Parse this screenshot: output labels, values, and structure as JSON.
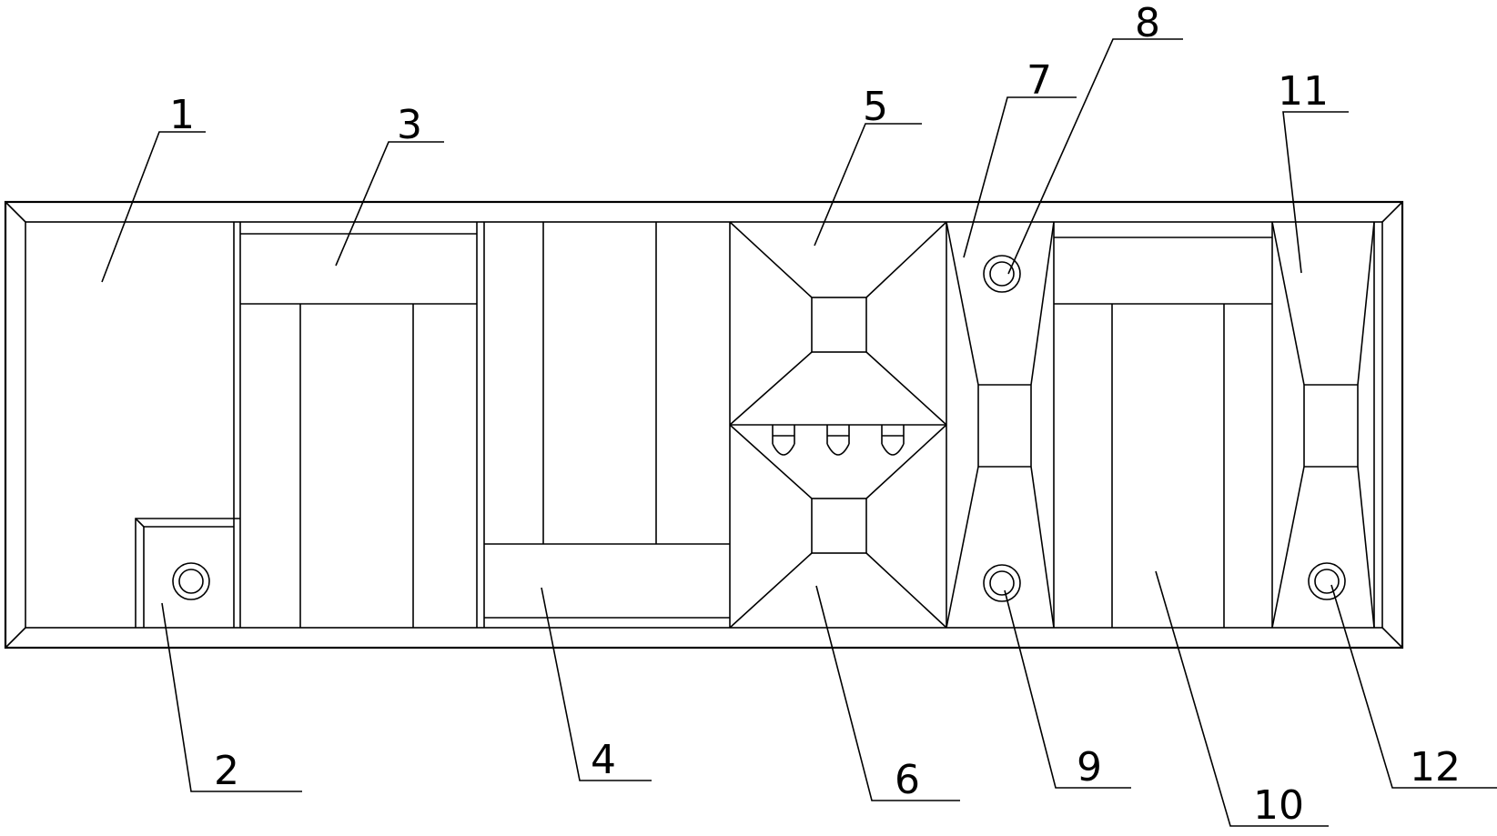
{
  "diagram": {
    "labels": [
      {
        "id": "1",
        "text": "1"
      },
      {
        "id": "2",
        "text": "2"
      },
      {
        "id": "3",
        "text": "3"
      },
      {
        "id": "4",
        "text": "4"
      },
      {
        "id": "5",
        "text": "5"
      },
      {
        "id": "6",
        "text": "6"
      },
      {
        "id": "7",
        "text": "7"
      },
      {
        "id": "8",
        "text": "8"
      },
      {
        "id": "9",
        "text": "9"
      },
      {
        "id": "10",
        "text": "10"
      },
      {
        "id": "11",
        "text": "11"
      },
      {
        "id": "12",
        "text": "12"
      }
    ]
  }
}
